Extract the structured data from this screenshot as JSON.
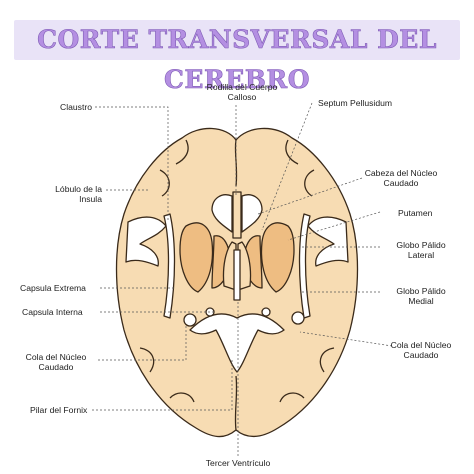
{
  "title": "CORTE TRANSVERSAL DEL CEREBRO",
  "colors": {
    "tissue": "#f7dcb3",
    "deep_nuclei": "#eebd82",
    "outline": "#3a2a1a",
    "white_cavity": "#ffffff",
    "title_text": "#b48fe2",
    "title_banner": "#e9e3f7"
  },
  "labels": {
    "claustro": "Claustro",
    "rodilla": "Rodilla del Cuerpo Calloso",
    "septum": "Septum Pellusidum",
    "lobulo": "Lóbulo de la Insula",
    "cabeza": "Cabeza del Núcleo Caudado",
    "putamen": "Putamen",
    "globo_lateral": "Globo Pálido Lateral",
    "globo_medial": "Globo Pálido Medial",
    "capsula_extrema": "Capsula Extrema",
    "capsula_interna": "Capsula Interna",
    "cola_left": "Cola del Núcleo Caudado",
    "cola_right": "Cola del Núcleo Caudado",
    "pilar": "Pilar del Fornix",
    "tercer": "Tercer Ventrículo"
  }
}
